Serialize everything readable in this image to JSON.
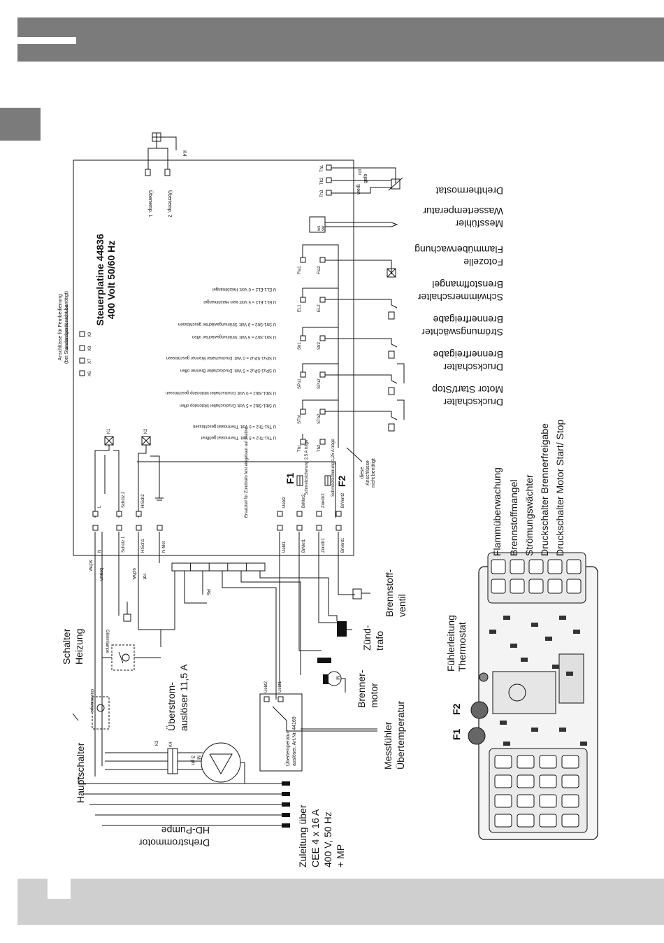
{
  "board": {
    "title": "Steuerplatine 44836",
    "subtitle": "400 Volt  50/60 Hz",
    "remote_note_1": "Anschlüsse für Fernbedienung",
    "remote_note_2": "(bei Standardgerät nicht benötigt)",
    "remote_terminals": [
      "X6",
      "X7",
      "X8",
      "X9"
    ],
    "not_needed_1": "diese",
    "not_needed_2": "Anschlüsse",
    "not_needed_3": "nicht benötigt",
    "ignition_note": "Ersatzteil für Zündtrafo fest eingebaut auf Platine",
    "fuse_f1": "F1",
    "fuse_f2": "F2",
    "fuse_f1_note": "Schmelzsicherung 2,5 A träge",
    "fuse_f2_note": "Schmelzsicherung 1,25 A träge",
    "k4": "K4",
    "uebertemp_1": "Übertemp. 1",
    "uebertemp_2": "Übertemp. 2"
  },
  "status_lines": [
    "U Th1-Th2 = 5 Volt: Thermostat geöffnet",
    "U Th1-Th2 = 0 Volt: Thermostat geschlossen",
    "U Stb1-Stb2 = 5 Volt: Druckschalter Motorstop offen",
    "U Stb1-Stb2 = 0 Volt: Druckschalter Motorstop geschlossen",
    "U SPu1-SPu2 = 5 Volt: Druckschalter Brenner offen",
    "U SPu1-SPu2 = 0 Volt: Druckschalter Brenner geschlossen",
    "U Str1-Str2 = 5 Volt: Strömungswächter offen",
    "U Str1-Str2 = 0 Volt: Strömungswächter geschlossen",
    "U EL1-EL2 = 5 Volt: kein Heizölmangel",
    "U EL1-EL2 = 0 Volt: Heizölmangel"
  ],
  "right_labels": [
    [
      "Drucksch­alter",
      "Motor Start/Stop"
    ],
    [
      "Druckschalter",
      "Brennerfreigabe"
    ],
    [
      "Strömungswächter",
      "Brennerfreigabe"
    ],
    [
      "Schwimmerschalter",
      "Brenstoffmangel"
    ],
    [
      "Fotozelle",
      "Flammüberwachung"
    ],
    [
      "Messfühler",
      "Wassertemperatur"
    ],
    [
      "Drehthermostat"
    ]
  ],
  "terminals": {
    "th1": "Th1",
    "th2": "Th2",
    "th3": "Th3",
    "stb1": "STb1",
    "stb2": "STb2",
    "spu1": "SPu1",
    "spu2": "SPu2",
    "str1": "Str1",
    "str2": "Str2",
    "el1": "EL1",
    "el2": "EL2",
    "fla1": "Fla1",
    "fla2": "Fla2",
    "l": "L",
    "n": "N",
    "schuetz1": "Schütz 1",
    "schuetz2": "Schütz 2",
    "hisch1": "HISch1",
    "hisch2": "HISch2",
    "nmot": "N-Mot",
    "uebt1": "Uebt1",
    "uebt2": "Uebt2",
    "brmot1": "BrMot1",
    "brmot2": "BrMot2",
    "zuendtr1": "Zündtr1",
    "zuendtr2": "Zündtr2",
    "brvent1": "BrVent1",
    "brvent2": "BrVent2",
    "k1": "K1",
    "k2": "K2",
    "k3": "K3",
    "pe": "PE"
  },
  "wires": {
    "schw": "schw.",
    "braun": "braun",
    "schw2": "schw.",
    "rot": "rot",
    "weiss": "weiß",
    "gelb": "gelb",
    "rot2": "rot",
    "ws": "ws",
    "sw": "sw"
  },
  "left_labels": {
    "schalter_heizung": [
      "Schalter",
      "Heizung"
    ],
    "ueberstrom": [
      "Überstrom-",
      "auslöser 11,5 A"
    ],
    "hauptschalter": "Hauptschalter",
    "drehstrommotor": [
      "Drehstrommotor",
      "HD-Pumpe"
    ],
    "zuleitung": [
      "Zuleitung über",
      "CEE 4 x 16 A",
      "400 V, 50 Hz",
      "+ MP"
    ],
    "uebertemp_ausloeser": [
      "Übertemperatur-",
      "auslöser, Art.Nr. 44169"
    ],
    "messfuehler_ueber": [
      "Messfühler",
      "Übertemperatur"
    ],
    "brennermotor": [
      "Brenner-",
      "motor"
    ],
    "zuendtrafo": [
      "Zünd-",
      "trafo"
    ],
    "brennstoffventil": [
      "Brennstoff-",
      "ventil"
    ],
    "glimmlampe": "Glimmlampe",
    "motor": [
      "M",
      "3 ph"
    ],
    "m_small": "M"
  },
  "legend": {
    "items": [
      "Flammüberwachung",
      "Brennstoffmangel",
      "Strömungswächter",
      "Druckschalter Brennerfreigabe",
      "Druckschalter Motor Start/ Stop"
    ],
    "fuehler": [
      "Fühlerleitung",
      "Thermostat"
    ],
    "f1": "F1",
    "f2": "F2"
  }
}
